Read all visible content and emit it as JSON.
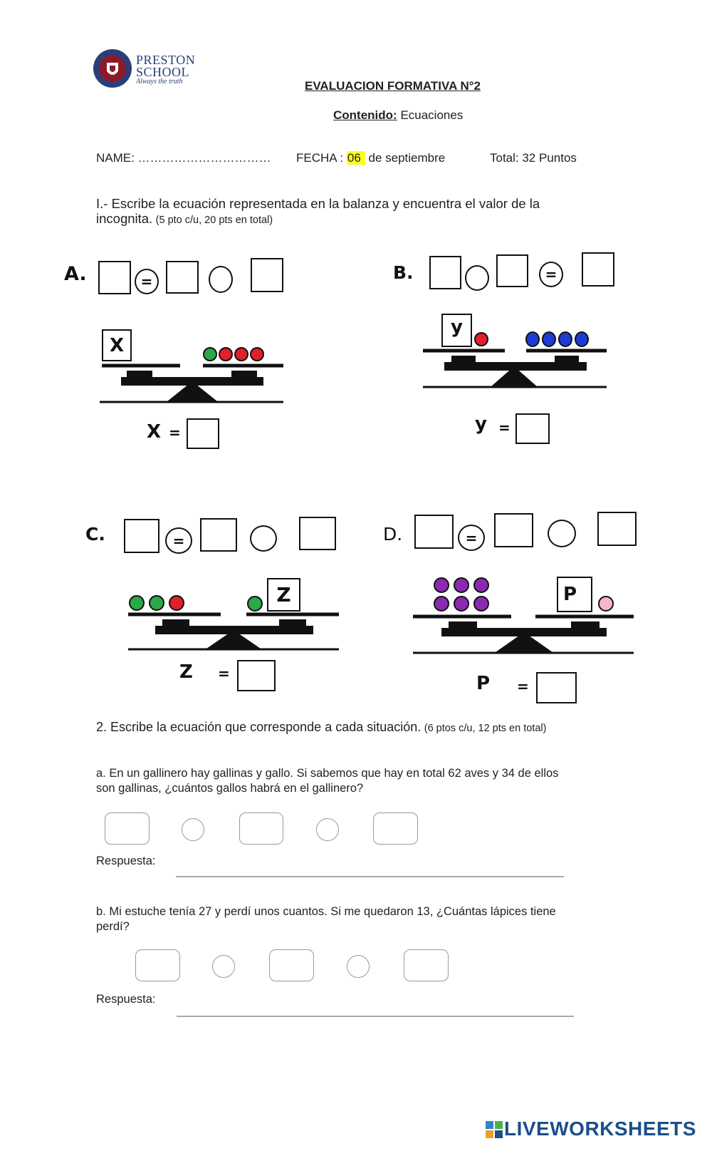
{
  "logo": {
    "line1": "PRESTON",
    "line2": "SCHOOL",
    "tagline": "Always the truth",
    "colors": {
      "shield": "#8b1a2a",
      "ring": "#2a3f7a",
      "text": "#2a3f7a"
    }
  },
  "header": {
    "title": "EVALUACION FORMATIVA N°2",
    "content_label": "Contenido:",
    "content_value": "Ecuaciones",
    "name_label": "NAME: ……………………………",
    "date_label": "FECHA :",
    "date_day": "06",
    "date_rest": "de septiembre",
    "total": "Total: 32 Puntos"
  },
  "section1": {
    "instruction_line1": "I.- Escribe la ecuación representada en la balanza y encuentra el valor de la",
    "instruction_line2": "incognita.",
    "points": "(5 pto c/u, 20 pts en total)",
    "equals_symbol": "=",
    "problems": [
      {
        "letter": "A.",
        "variable": "X",
        "answer_label": "X",
        "equals": "="
      },
      {
        "letter": "B.",
        "variable": "y",
        "answer_label": "y",
        "equals": "="
      },
      {
        "letter": "C.",
        "variable": "Z",
        "answer_label": "Z",
        "equals": "="
      },
      {
        "letter": "D.",
        "variable": "P",
        "answer_label": "P",
        "equals": "="
      }
    ],
    "colors": {
      "green": "#2aa84a",
      "red": "#e0202a",
      "blue": "#1f3bd6",
      "purple": "#8a2ab0",
      "pink": "#f4b6c8"
    }
  },
  "section2": {
    "instruction": "2. Escribe la ecuación que corresponde a cada situación.",
    "points": "(6 ptos c/u, 12 pts en total)",
    "problem_a_line1": "a. En un gallinero hay gallinas y gallo. Si sabemos que hay en total 62 aves y 34 de ellos",
    "problem_a_line2": "son gallinas, ¿cuántos gallos habrá en el gallinero?",
    "problem_b_line1": "b. Mi estuche tenía 27 y perdí unos cuantos. Si me quedaron 13, ¿Cuántas lápices tiene",
    "problem_b_line2": "perdí?",
    "answer_label": "Respuesta:"
  },
  "footer": {
    "brand": "LIVEWORKSHEETS"
  }
}
